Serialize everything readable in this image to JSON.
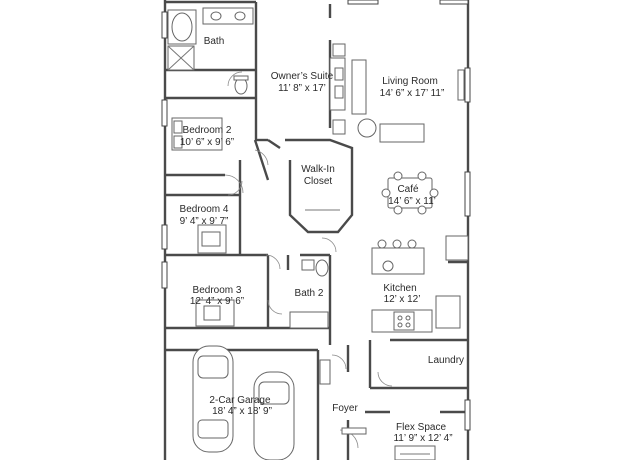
{
  "floor_plan": {
    "rooms": [
      {
        "id": "bath",
        "name": "Bath",
        "dims": ""
      },
      {
        "id": "owners_suite",
        "name": "Owner’s Suite",
        "dims": "11’ 8” x 17’"
      },
      {
        "id": "living_room",
        "name": "Living Room",
        "dims": "14’ 6” x 17’ 11”"
      },
      {
        "id": "bedroom2",
        "name": "Bedroom 2",
        "dims": "10’ 6” x 9’ 6”"
      },
      {
        "id": "walk_in_closet",
        "name": "Walk-In",
        "name2": "Closet",
        "dims": ""
      },
      {
        "id": "cafe",
        "name": "Café",
        "dims": "14’ 6” x 11’"
      },
      {
        "id": "bedroom4",
        "name": "Bedroom 4",
        "dims": "9’ 4” x 9’ 7”"
      },
      {
        "id": "bedroom3",
        "name": "Bedroom 3",
        "dims": "12’ 4” x 9’ 6”"
      },
      {
        "id": "bath2",
        "name": "Bath 2",
        "dims": ""
      },
      {
        "id": "kitchen",
        "name": "Kitchen",
        "dims": "12’ x 12’"
      },
      {
        "id": "laundry",
        "name": "Laundry",
        "dims": ""
      },
      {
        "id": "garage",
        "name": "2-Car Garage",
        "dims": "18’ 4” x 18’ 9”"
      },
      {
        "id": "foyer",
        "name": "Foyer",
        "dims": ""
      },
      {
        "id": "flex_space",
        "name": "Flex Space",
        "dims": "11’ 9” x 12’ 4”"
      }
    ]
  }
}
